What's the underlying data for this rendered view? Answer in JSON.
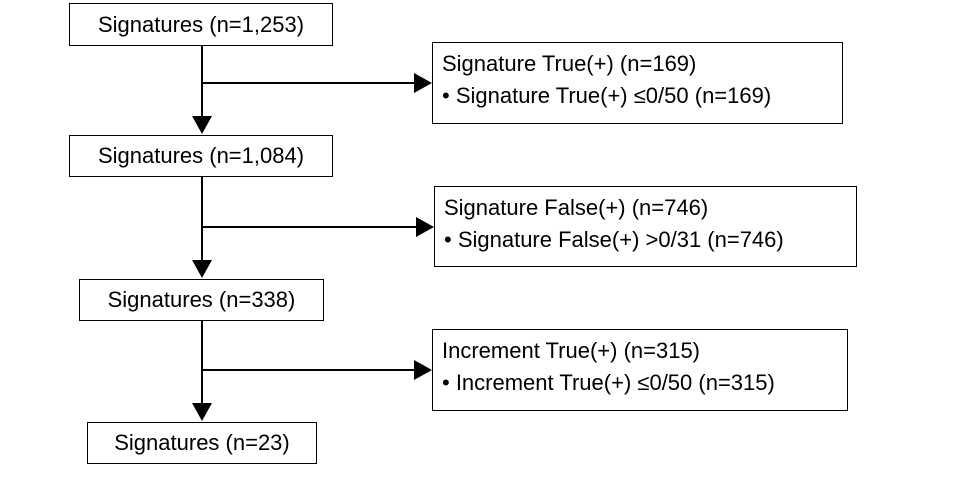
{
  "flow": {
    "main_boxes": [
      {
        "label": "Signatures (n=1,253)"
      },
      {
        "label": "Signatures (n=1,084)"
      },
      {
        "label": "Signatures (n=338)"
      },
      {
        "label": "Signatures (n=23)"
      }
    ],
    "side_boxes": [
      {
        "title": "Signature True(+) (n=169)",
        "detail": "• Signature True(+) ≤0/50 (n=169)"
      },
      {
        "title": "Signature False(+) (n=746)",
        "detail": "• Signature False(+) >0/31 (n=746)"
      },
      {
        "title": "Increment True(+) (n=315)",
        "detail": "• Increment True(+) ≤0/50 (n=315)"
      }
    ]
  },
  "colors": {
    "line": "#000000",
    "box_border": "#000000",
    "background": "#ffffff"
  }
}
